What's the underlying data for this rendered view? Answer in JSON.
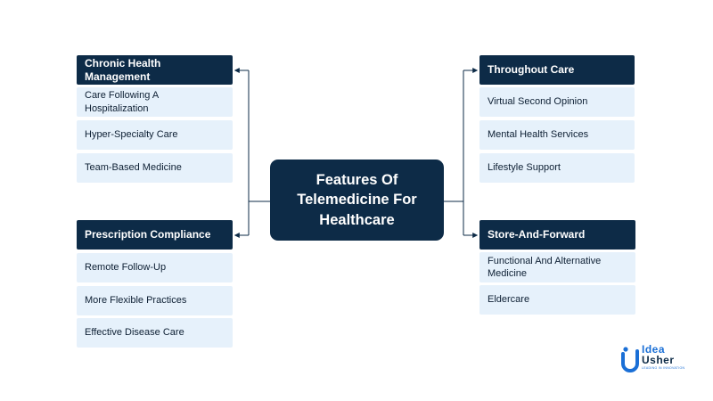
{
  "center": {
    "title": "Features Of Telemedicine For Healthcare"
  },
  "groups": [
    {
      "header": "Chronic Health Management",
      "items": [
        "Care Following A Hospitalization",
        "Hyper-Specialty Care",
        "Team-Based Medicine"
      ]
    },
    {
      "header": "Prescription Compliance",
      "items": [
        "Remote Follow-Up",
        "More Flexible Practices",
        "Effective Disease Care"
      ]
    },
    {
      "header": "Throughout Care",
      "items": [
        "Virtual Second Opinion",
        "Mental Health Services",
        "Lifestyle Support"
      ]
    },
    {
      "header": "Store-And-Forward",
      "items": [
        "Functional And Alternative Medicine",
        "Eldercare"
      ]
    }
  ],
  "logo": {
    "word1": "Idea",
    "word2": "Usher",
    "tagline": "LEADING IN INNOVATION"
  },
  "colors": {
    "dark_navy": "#0d2b47",
    "light_blue": "#e6f1fb",
    "brand_blue": "#1a6fd6"
  }
}
